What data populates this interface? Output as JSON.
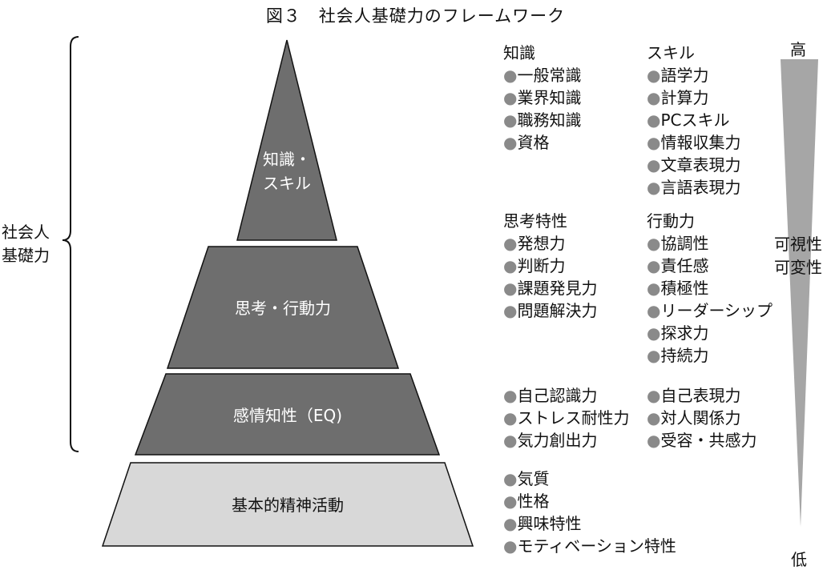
{
  "title": "図３　社会人基礎力のフレームワーク",
  "side_label": [
    "社会人",
    "基礎力"
  ],
  "pyramid": {
    "tiers": [
      {
        "lines": [
          "知識・",
          "スキル"
        ],
        "color": "#6e6e6e"
      },
      {
        "lines": [
          "思考・行動力"
        ],
        "color": "#6e6e6e"
      },
      {
        "lines": [
          "感情知性（EQ)"
        ],
        "color": "#6e6e6e"
      },
      {
        "lines": [
          "基本的精神活動"
        ],
        "color": "#d8d8d8"
      }
    ]
  },
  "groups": {
    "knowledge": {
      "head": "知識",
      "items": [
        "●一般常識",
        "●業界知識",
        "●職務知識",
        "●資格"
      ]
    },
    "skill": {
      "head": "スキル",
      "items": [
        "●語学力",
        "●計算力",
        "●PCスキル",
        "●情報収集力",
        "●文章表現力",
        "●言語表現力"
      ]
    },
    "thinking": {
      "head": "思考特性",
      "items": [
        "●発想力",
        "●判断力",
        "●課題発見力",
        "●問題解決力"
      ]
    },
    "action": {
      "head": "行動力",
      "items": [
        "●協調性",
        "●責任感",
        "●積極性",
        "●リーダーシップ",
        "●探求力",
        "●持続力"
      ]
    },
    "eq_left": {
      "head": "",
      "items": [
        "●自己認識力",
        "●ストレス耐性力",
        "●気力創出力"
      ]
    },
    "eq_right": {
      "head": "",
      "items": [
        "●自己表現力",
        "●対人関係力",
        "●受容・共感力"
      ]
    },
    "base": {
      "head": "",
      "items": [
        "●気質",
        "●性格",
        "●興味特性",
        "●モティベーション特性"
      ]
    }
  },
  "scale": {
    "high": "高",
    "low": "低",
    "labels": [
      "可視性",
      "可変性"
    ],
    "color": "#a6a6a6"
  }
}
